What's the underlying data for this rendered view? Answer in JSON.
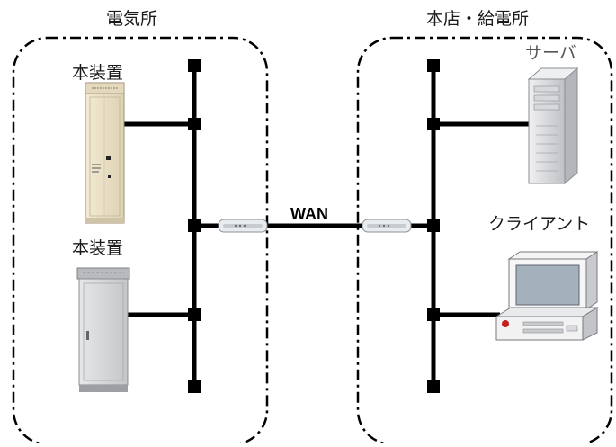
{
  "site_left": {
    "title": "電気所"
  },
  "site_right": {
    "title": "本店・給電所"
  },
  "devices": {
    "unit_top": "本装置",
    "unit_bottom": "本装置",
    "server": "サーバ",
    "client": "クライアント"
  },
  "network": {
    "wan_label": "WAN"
  },
  "colors": {
    "line": "#000000",
    "unit_beige": "#ebe1c8",
    "cabinet_gray": "#d4d6d8",
    "server_gray": "#dcdde0"
  }
}
